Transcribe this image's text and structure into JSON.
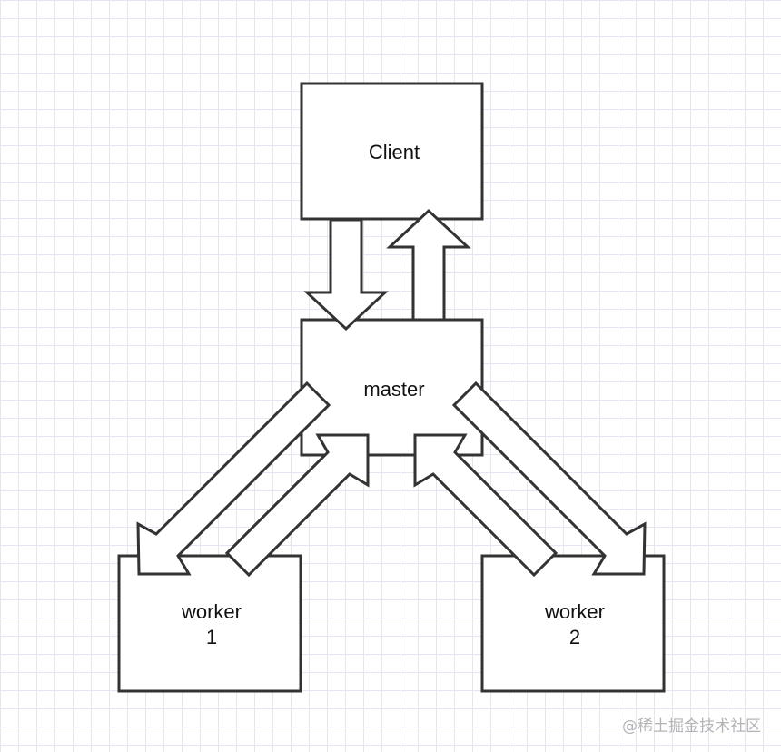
{
  "nodes": {
    "client": {
      "label": "Client"
    },
    "master": {
      "label": "master"
    },
    "worker1": {
      "line1": "worker",
      "line2": "1"
    },
    "worker2": {
      "line1": "worker",
      "line2": "2"
    }
  },
  "watermark": "@稀土掘金技术社区",
  "colors": {
    "stroke": "#333333",
    "grid": "#e6e6f2",
    "fill": "#ffffff"
  }
}
